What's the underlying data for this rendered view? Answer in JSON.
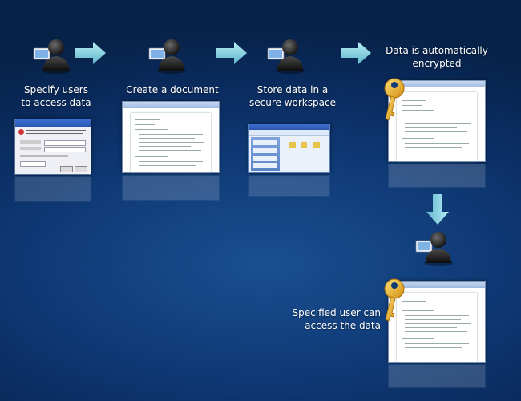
{
  "steps": [
    {
      "label_line1": "Specify users",
      "label_line2": "to access data"
    },
    {
      "label_line1": "Create a document",
      "label_line2": ""
    },
    {
      "label_line1": "Store data in a",
      "label_line2": "secure workspace"
    },
    {
      "label_line1": "Data is automatically",
      "label_line2": "encrypted"
    }
  ],
  "final_step": {
    "label_line1": "Specified user can",
    "label_line2": "access the data"
  },
  "colors": {
    "background": "#0f3a76",
    "arrow": "#8fd7e6",
    "key": "#f0b72a"
  },
  "icons": [
    "user-icon",
    "arrow-right-icon",
    "arrow-down-icon",
    "key-icon"
  ]
}
